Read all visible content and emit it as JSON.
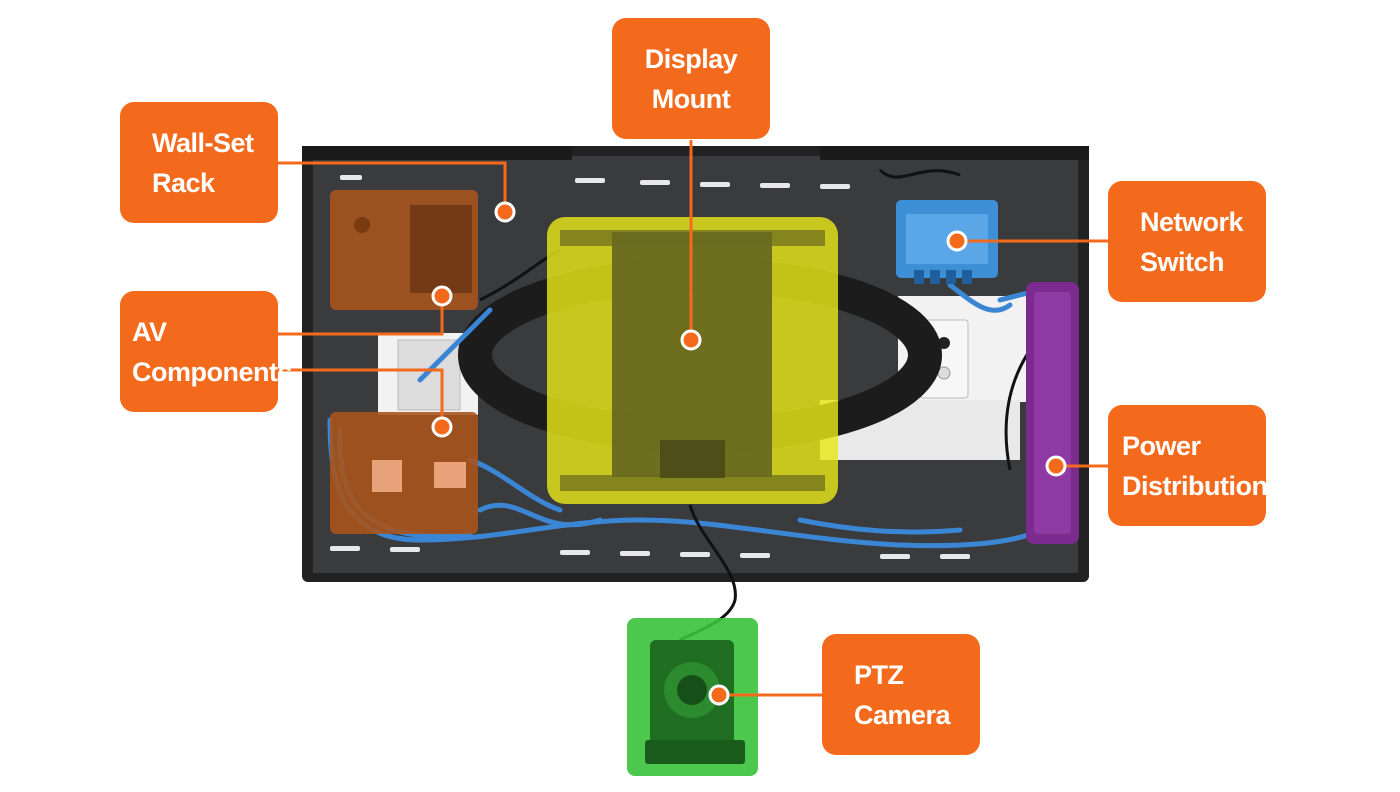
{
  "labels": {
    "display_mount": [
      "Display",
      "Mount"
    ],
    "wall_set_rack": [
      "Wall-Set",
      "Rack"
    ],
    "av_components": [
      "AV",
      "Components"
    ],
    "network_switch": [
      "Network",
      "Switch"
    ],
    "power_distribution": [
      "Power",
      "Distribution"
    ],
    "ptz_camera": [
      "PTZ",
      "Camera"
    ]
  },
  "colors": {
    "callout": "#f46a1c",
    "rack_frame": "#2a2a2a",
    "rack_panel": "#3a3b3c",
    "display_mount_highlight": "#e6e619",
    "av_components_highlight": "#a8541c",
    "network_switch_highlight": "#3d8fd6",
    "power_distribution_highlight": "#7b2b8e",
    "ptz_camera_highlight": "#39c23c",
    "cable": "#3b86d4"
  }
}
